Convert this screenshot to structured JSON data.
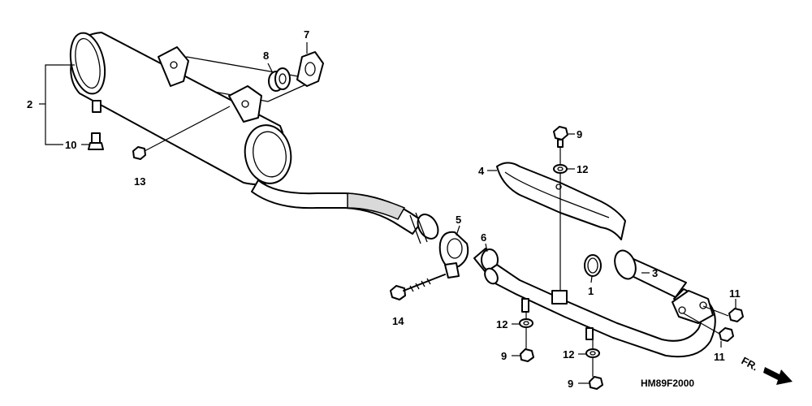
{
  "diagram": {
    "code": "HM89F2000",
    "front_label": "FR.",
    "callouts": {
      "c1": "1",
      "c2": "2",
      "c3": "3",
      "c4": "4",
      "c5": "5",
      "c6": "6",
      "c7": "7",
      "c8": "8",
      "c9a": "9",
      "c9b": "9",
      "c9c": "9",
      "c10": "10",
      "c11a": "11",
      "c11b": "11",
      "c12a": "12",
      "c12b": "12",
      "c12c": "12",
      "c13": "13",
      "c14": "14"
    }
  }
}
